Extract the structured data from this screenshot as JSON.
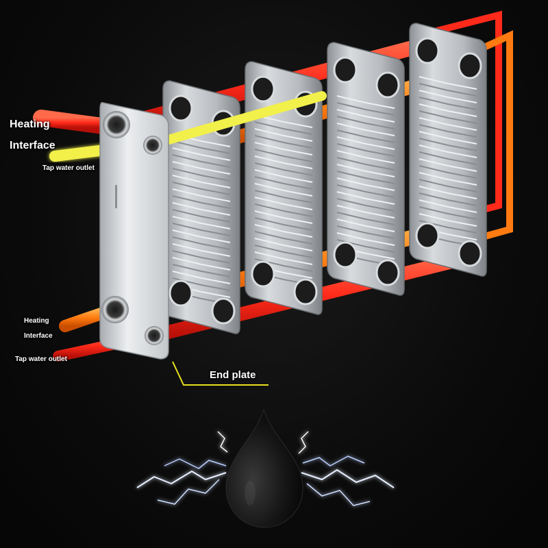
{
  "labels": {
    "top_heating": "Heating",
    "top_interface": "Interface",
    "top_tap": "Tap water outlet",
    "bottom_heating": "Heating",
    "bottom_interface": "Interface",
    "bottom_tap": "Tap water outlet",
    "end_plate": "End plate"
  },
  "colors": {
    "hot_red": "#ff2a1a",
    "warm_orange": "#ff7a10",
    "tap_yellow": "#f2f04a",
    "callout_yellow": "#e8e020",
    "plate_silver": "#c9ccd0",
    "background": "#0b0b0b"
  },
  "illustration": {
    "plate_count": 4,
    "end_plate_count": 1,
    "water_drop": "black-water-drop",
    "effect": "electric-sparks"
  }
}
